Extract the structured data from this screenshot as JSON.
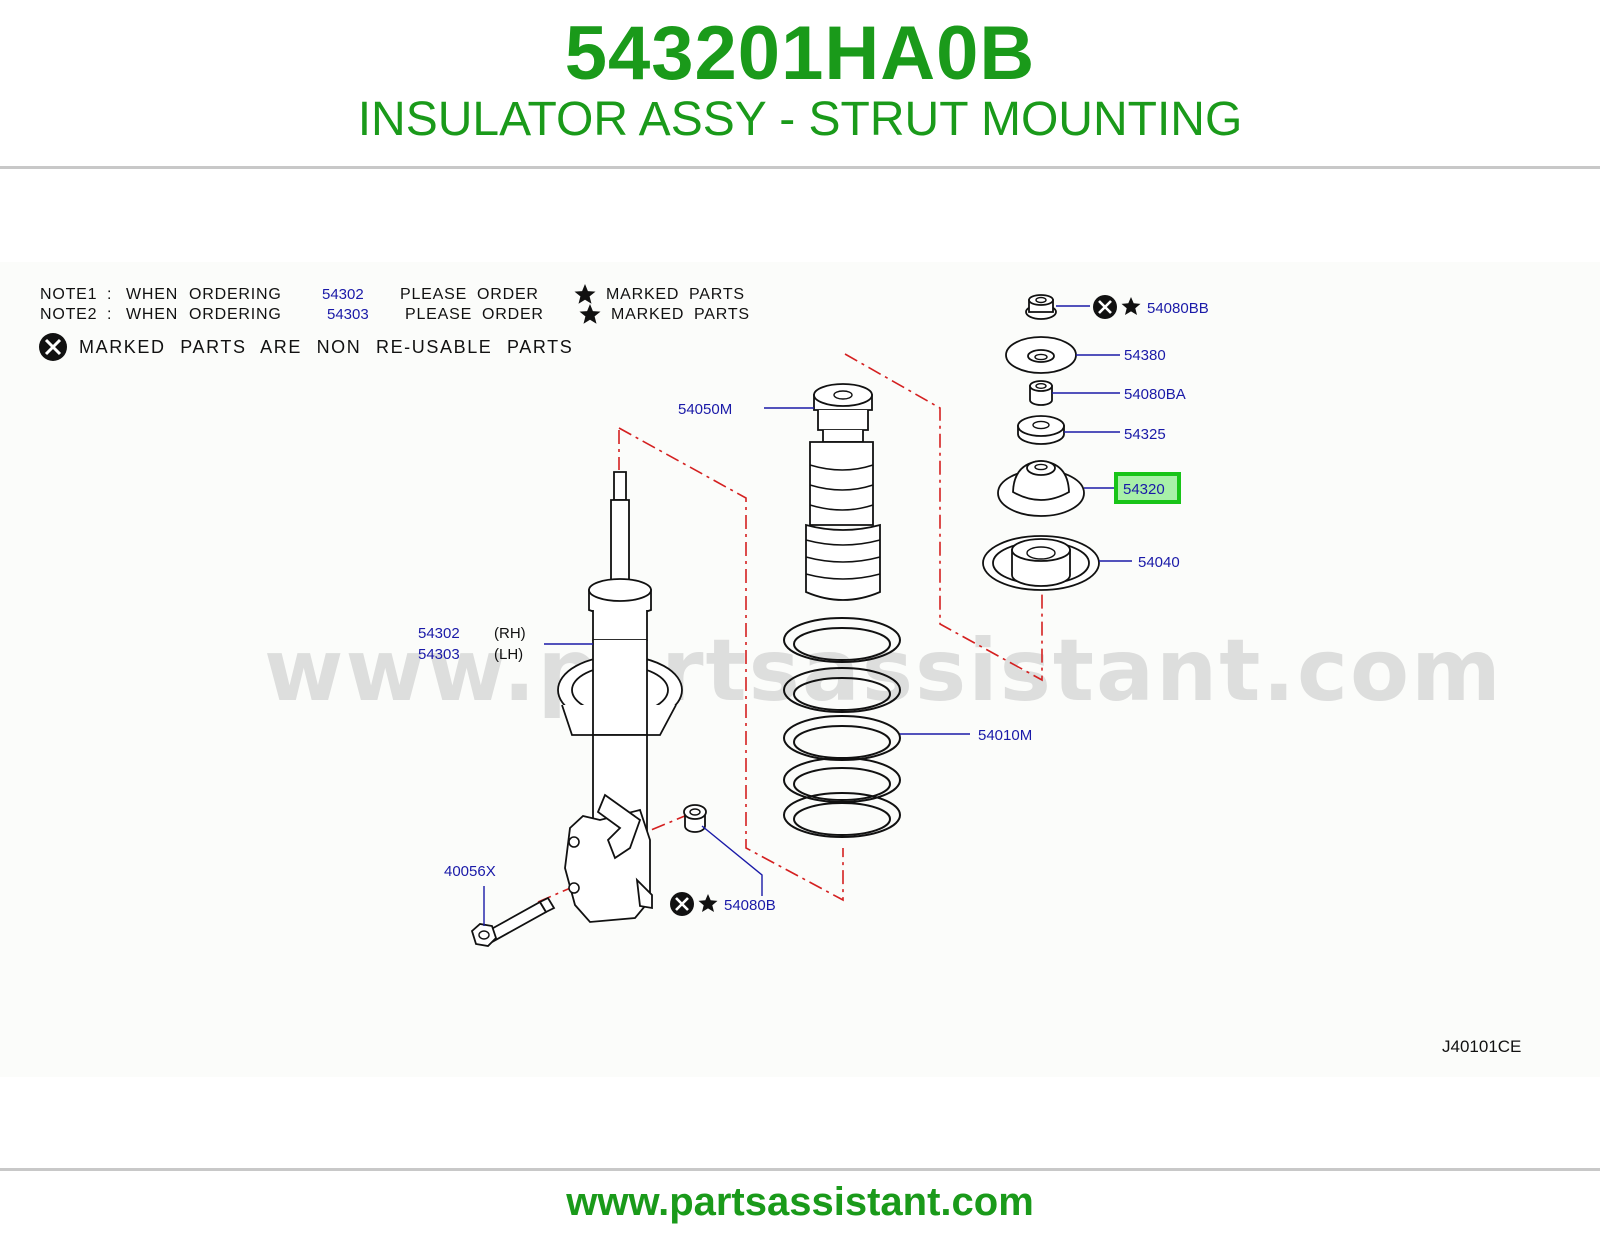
{
  "header": {
    "part_number": "543201HA0B",
    "part_name": "INSULATOR ASSY - STRUT MOUNTING"
  },
  "notes": {
    "note1": {
      "label": "NOTE1",
      "sep": ":",
      "when": "WHEN",
      "ordering": "ORDERING",
      "part": "54302",
      "please": "PLEASE",
      "order": "ORDER",
      "marked": "MARKED",
      "parts": "PARTS"
    },
    "note2": {
      "label": "NOTE2",
      "sep": ":",
      "when": "WHEN",
      "ordering": "ORDERING",
      "part": "54303",
      "please": "PLEASE",
      "order": "ORDER",
      "marked": "MARKED",
      "parts": "PARTS"
    },
    "non_reusable": "MARKED PARTS ARE NON RE-USABLE PARTS"
  },
  "callouts": {
    "p54080BB": "54080BB",
    "p54380": "54380",
    "p54080BA": "54080BA",
    "p54325": "54325",
    "p54320": "54320",
    "p54040": "54040",
    "p54050M": "54050M",
    "p54302": "54302",
    "p54302_side": "(RH)",
    "p54303": "54303",
    "p54303_side": "(LH)",
    "p54010M": "54010M",
    "p40056X": "40056X",
    "p54080B": "54080B"
  },
  "highlight_color": "#18c418",
  "watermark": "www.partsassistant.com",
  "diagram_code": "J40101CE",
  "footer": {
    "url": "www.partsassistant.com"
  }
}
